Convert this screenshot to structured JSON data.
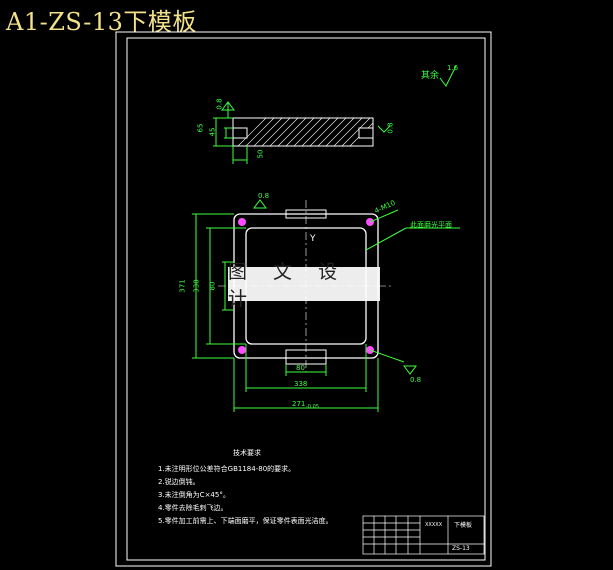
{
  "title": "A1-ZS-13下模板",
  "watermark": "图 文 设 计",
  "roughness_label": "其余",
  "roughness_value": "1.6",
  "section_dims": {
    "d1": "0.8",
    "d2": "65",
    "d3": "45",
    "d4": "50",
    "d5": "0.8"
  },
  "plan_dims": {
    "top_roughness": "0.8",
    "hole_label": "4-M10",
    "note_callout": "此面磨光平面",
    "h_outer": "371",
    "h_mid": "338",
    "h_inner": "80",
    "w_inner": "80",
    "w_mid": "338",
    "w_outer": "271",
    "w_outer_tol": "-0.05",
    "bottom_roughness": "0.8",
    "center_mark": "Y"
  },
  "notes": {
    "heading": "技术要求",
    "items": [
      "1.未注明形位公差符合GB1184-80的要求。",
      "2.锐边倒钝。",
      "3.未注倒角为C×45°。",
      "4.零件去除毛刺飞边。",
      "5.零件加工前需上、下端面磨平，保证零件表面光洁度。"
    ]
  },
  "title_block": {
    "name": "下模板",
    "code": "ZS-13",
    "company": "XXXXX"
  }
}
